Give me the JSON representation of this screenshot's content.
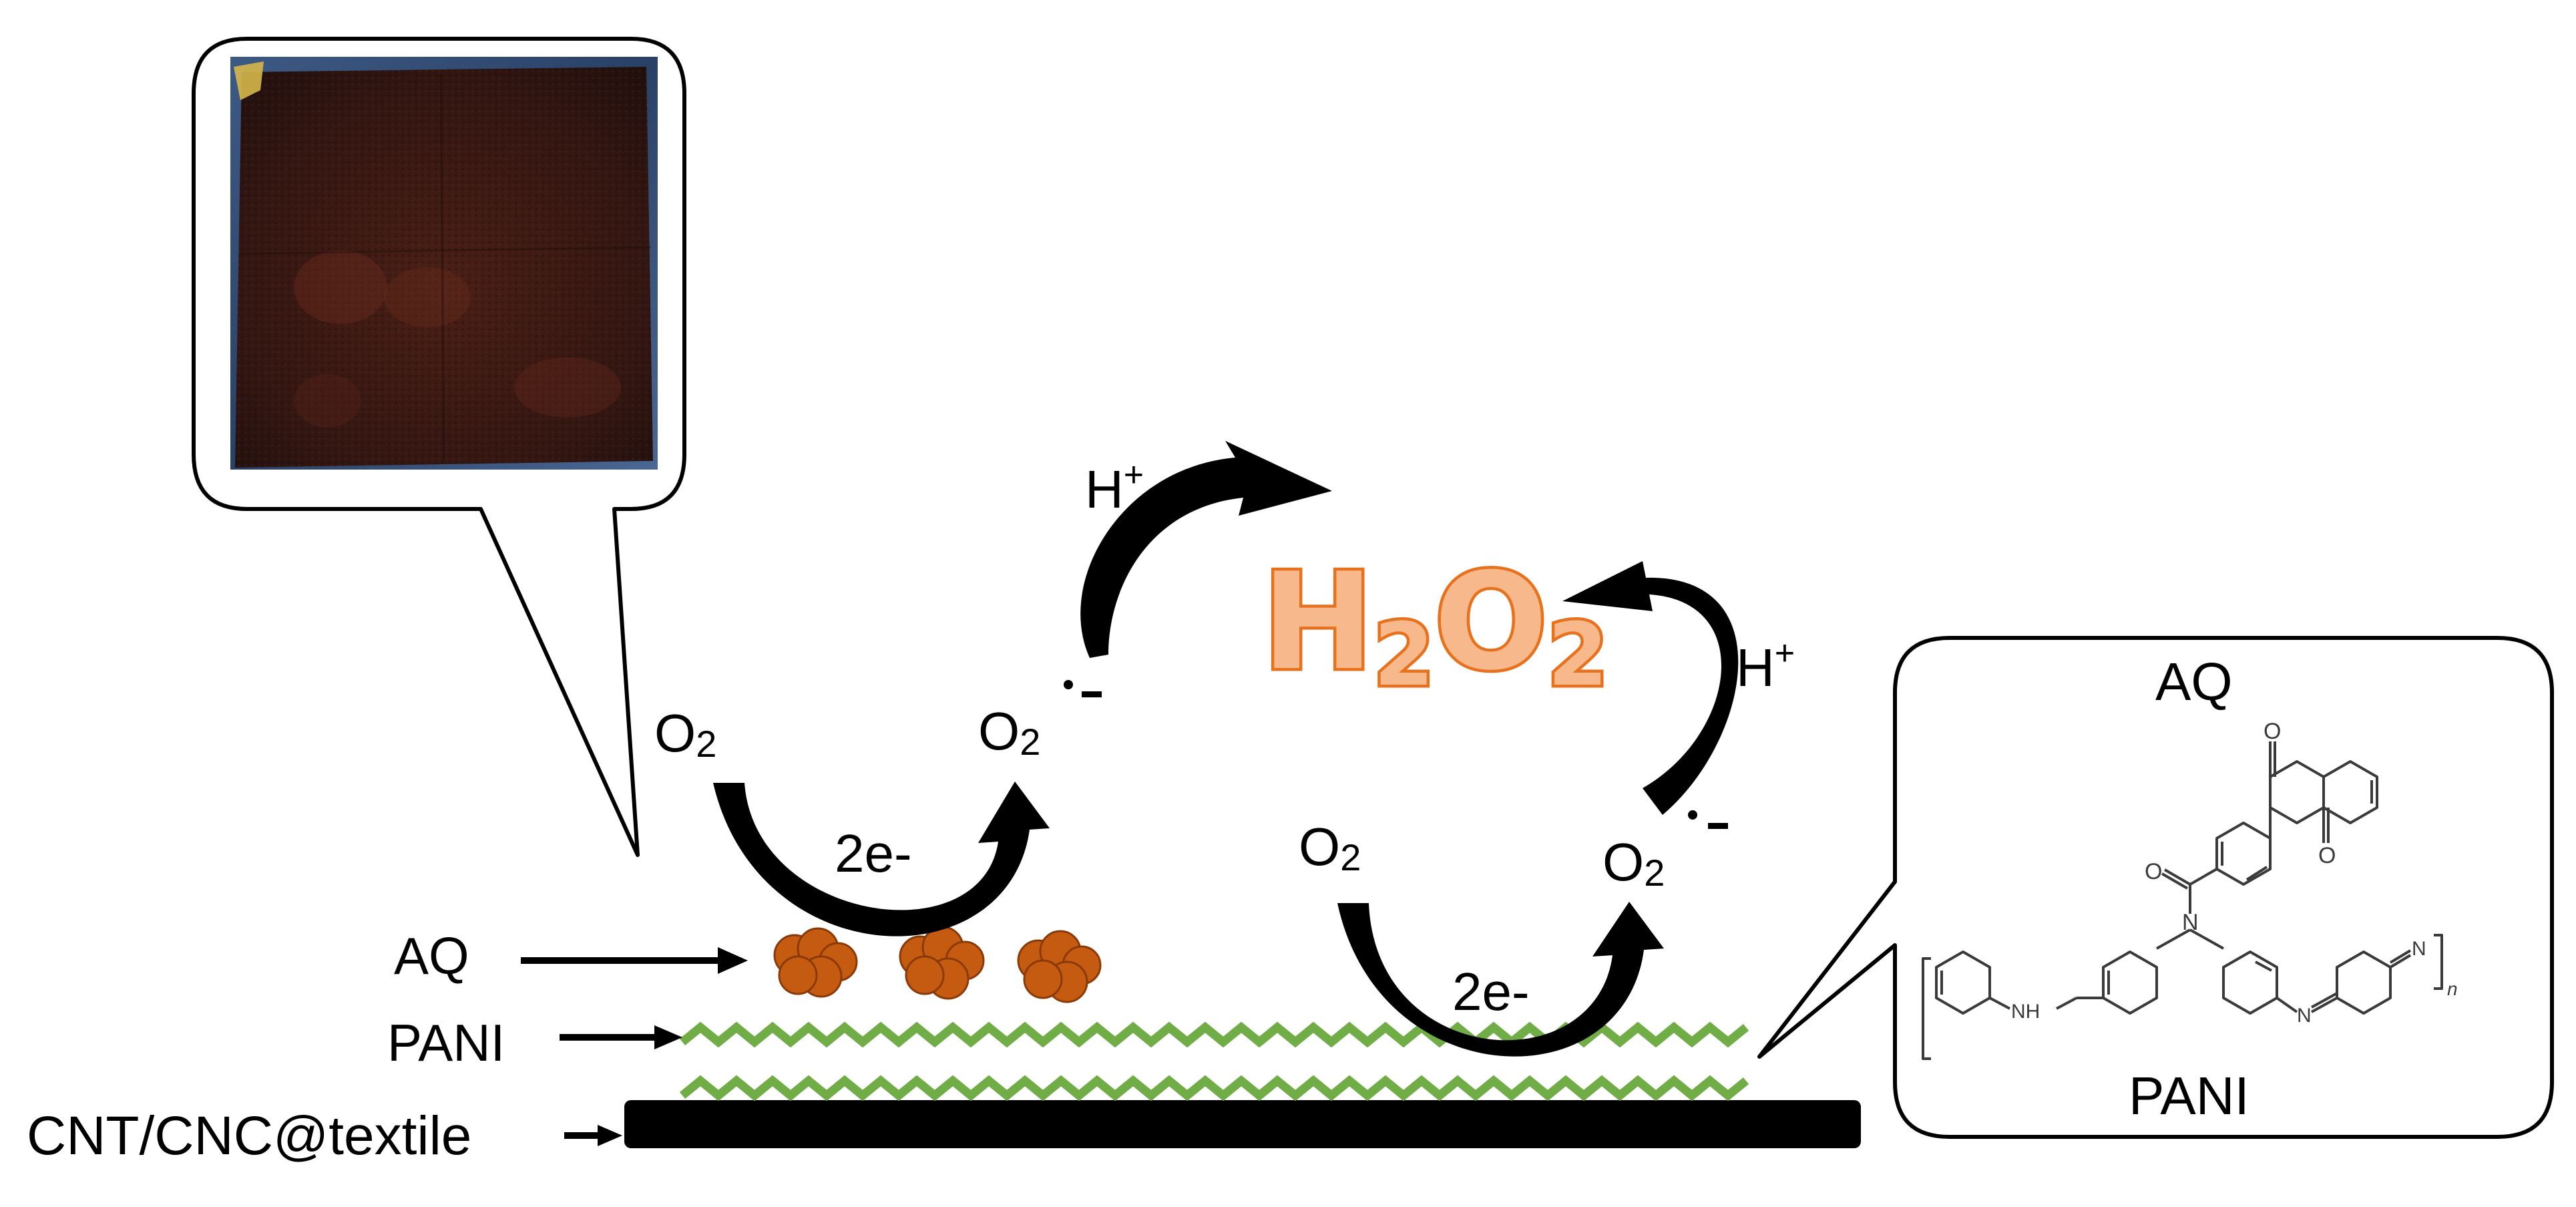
{
  "labels": {
    "aq_layer": "AQ",
    "pani_layer": "PANI",
    "substrate": "CNT/CNC@textile",
    "electrons_left": "2e-",
    "electrons_right": "2e-",
    "proton_left": "H",
    "proton_right": "H",
    "plus": "+",
    "radical_dot": "·",
    "radical_minus": "-"
  },
  "species": {
    "o2_base": "O",
    "o2_sub": "2",
    "product_h": "H",
    "product_sub": "2",
    "product_o": "O"
  },
  "structure_callout": {
    "top_label": "AQ",
    "bottom_label": "PANI",
    "atoms": {
      "carbonyl_o": "O",
      "nitrogen": "N",
      "amine": "NH",
      "imine": "N",
      "repeat_n": "n"
    }
  },
  "colors": {
    "product_fill": "#f7b98c",
    "product_stroke": "#e8711e",
    "pani_zigzag": "#70ad47",
    "aq_particles": "#c55a11",
    "substrate_bar": "#000000",
    "photo_textile": "#3a1a14"
  }
}
